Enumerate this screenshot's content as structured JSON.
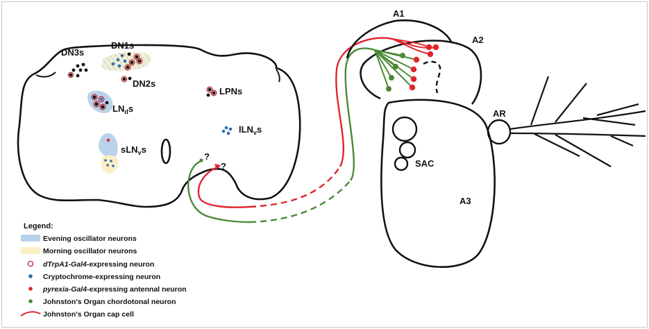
{
  "labels": {
    "dn3s": "DN3s",
    "dn1s": "DN1s",
    "dn2s": "DN2s",
    "lpns": "LPNs",
    "lnd_main": "LN",
    "lnd_sub": "d",
    "lnd_suffix": "s",
    "ilnv_main": "lLN",
    "ilnv_sub": "v",
    "ilnv_suffix": "s",
    "slnv_main": "sLN",
    "slnv_sub": "v",
    "slnv_suffix": "s",
    "question1": "?",
    "question2": "?",
    "a1": "A1",
    "a2": "A2",
    "a3": "A3",
    "ar": "AR",
    "sac": "SAC"
  },
  "legend": {
    "title": "Legend:",
    "items": [
      {
        "text": "Evening oscillator neurons"
      },
      {
        "text": "Morning oscillator neurons"
      },
      {
        "italic": "dTrpA1-Gal4",
        "text": "-expressing neuron"
      },
      {
        "text": "Cryptochrome-expressing neuron"
      },
      {
        "italic": "pyrexia-Gal4",
        "text": "-expressing antennal neuron"
      },
      {
        "text": "Johnston's Organ chordotonal neuron"
      },
      {
        "text": "Johnston's Organ cap cell"
      }
    ]
  },
  "colors": {
    "evening": "#b8d3ea",
    "morning": "#fbefc4",
    "dtrpa1": "#c0262c",
    "cryptochrome": "#2e6fae",
    "pyrexia": "#e0252b",
    "chordotonal": "#4a8a35",
    "capcell": "#e0252b"
  }
}
